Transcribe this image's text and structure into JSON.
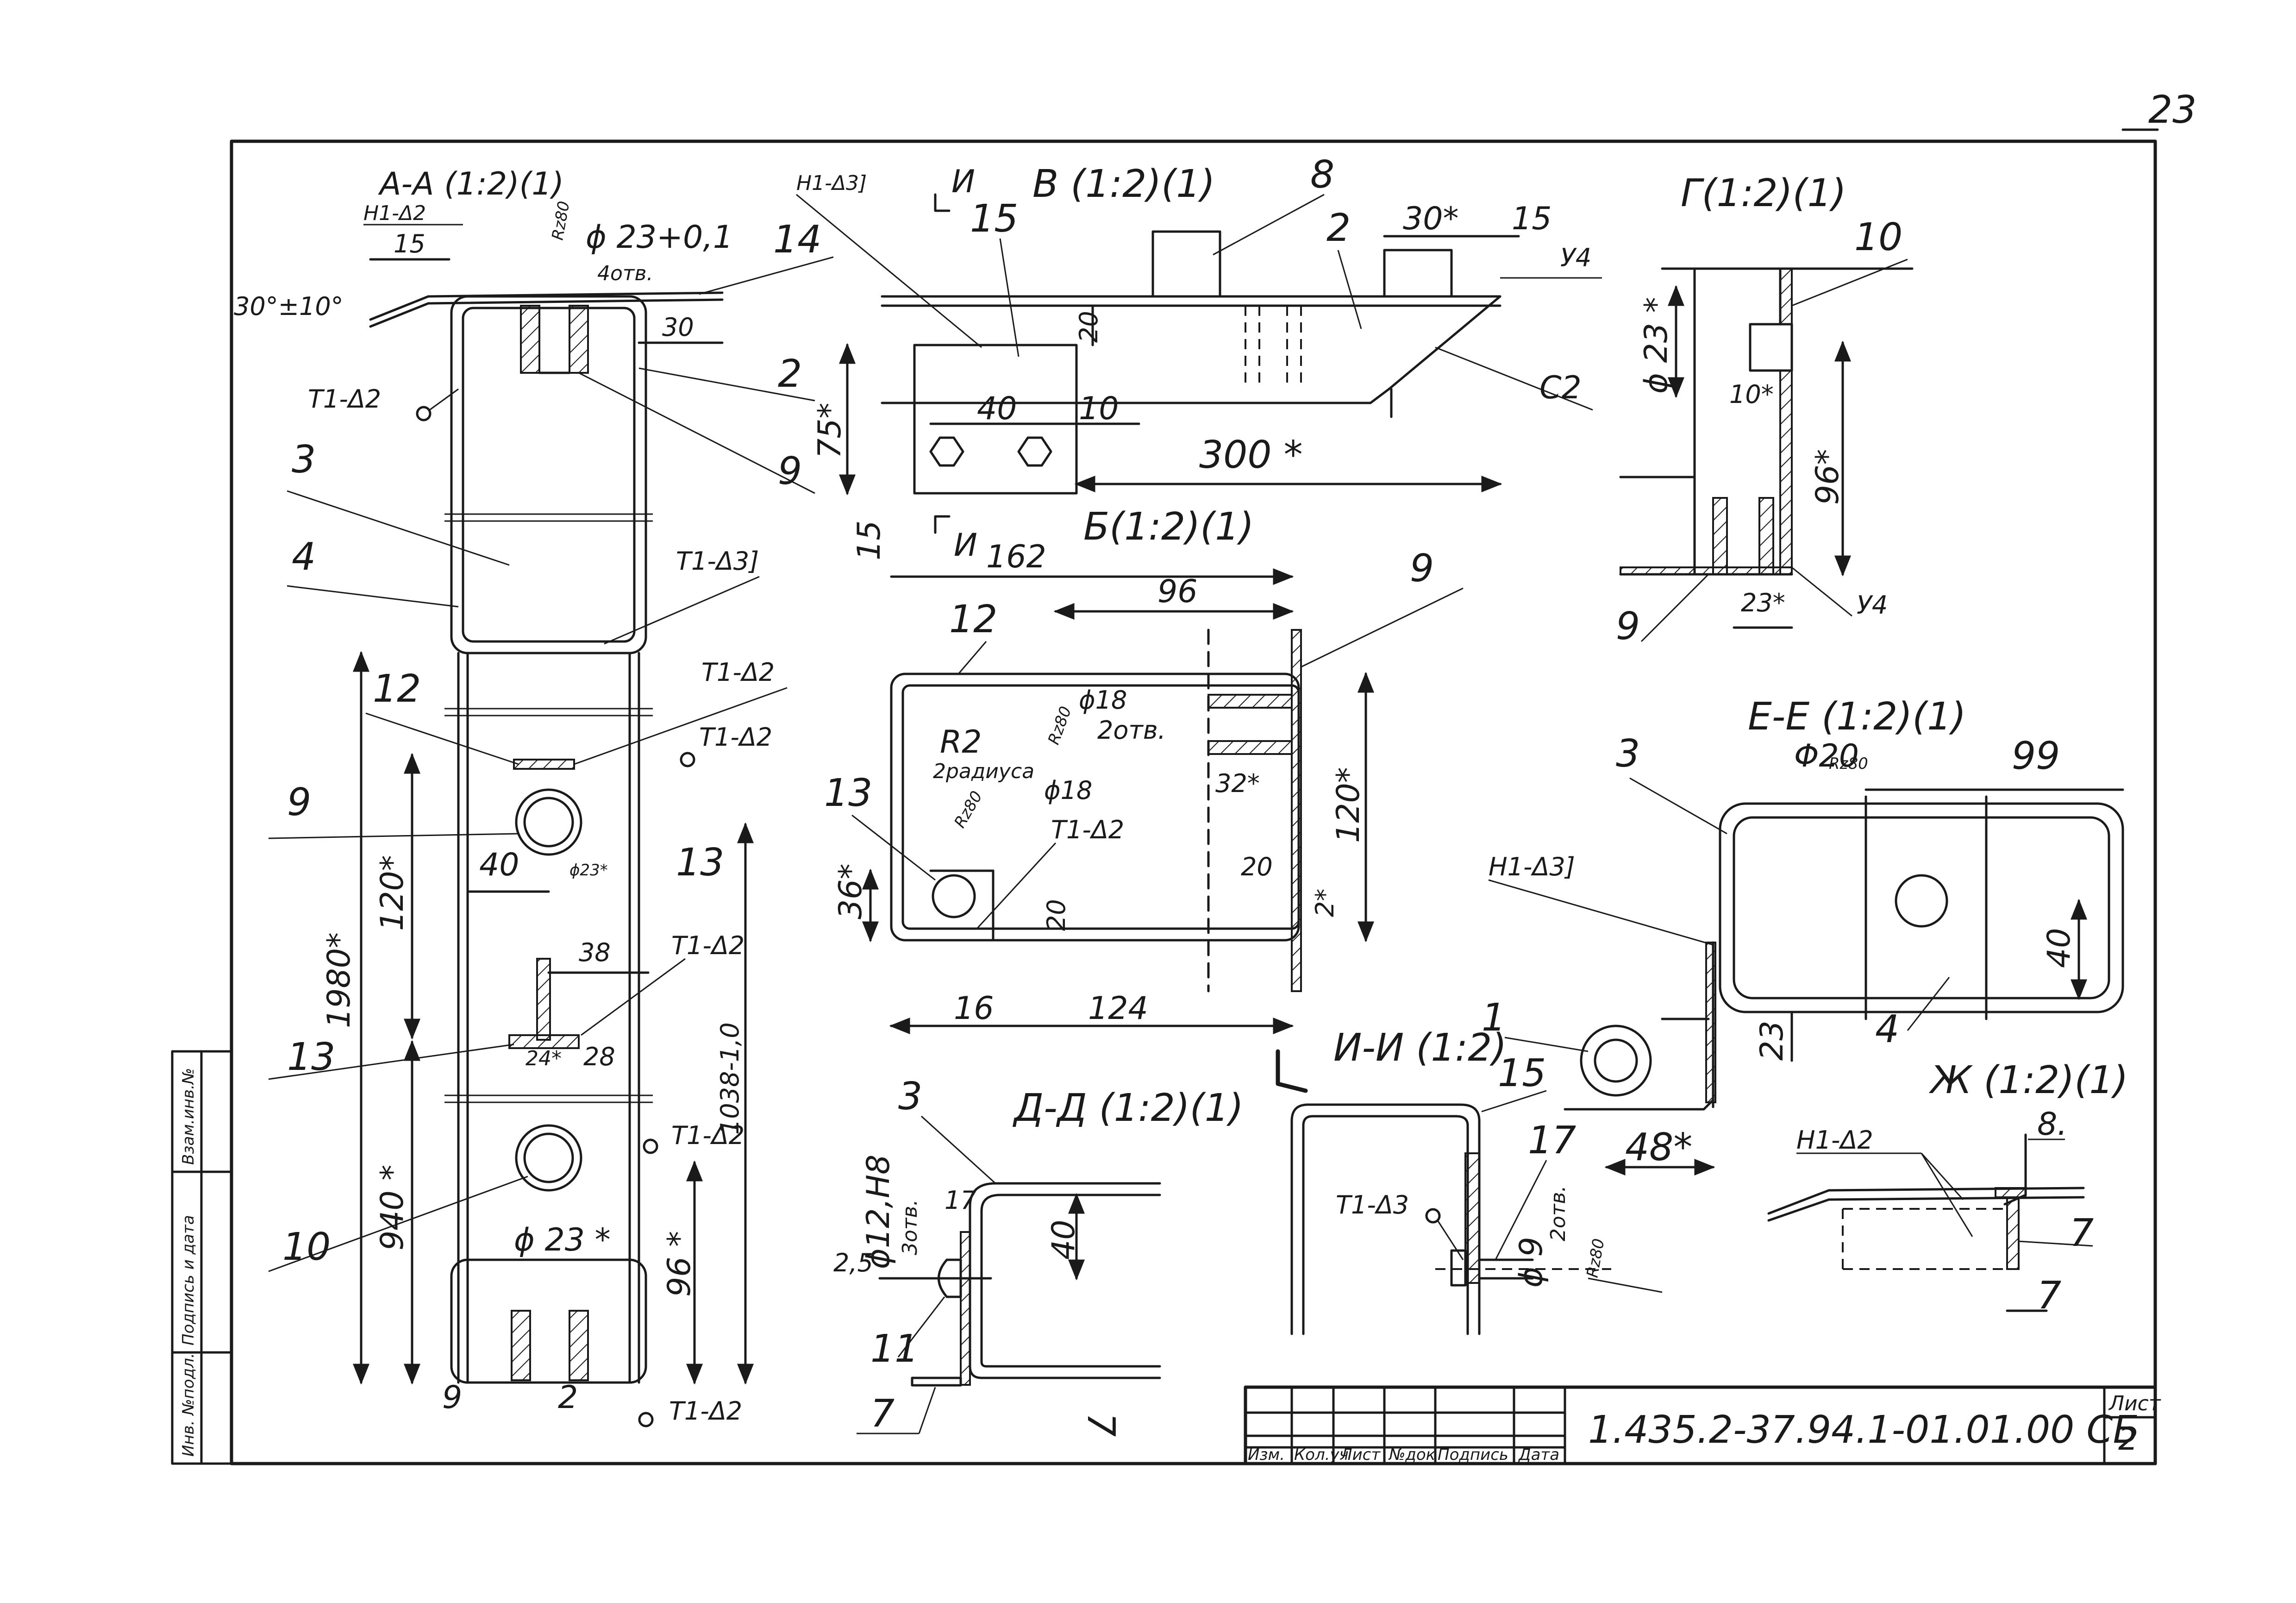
{
  "page_number": "23",
  "views": {
    "aa_title": "А-А (1:2)(1)",
    "v_title": "В (1:2)(1)",
    "g_title": "Г(1:2)(1)",
    "b_title": "Б(1:2)(1)",
    "ee_title": "Е-Е (1:2)(1)",
    "ii_title": "И-И (1:2)",
    "dd_title": "Д-Д (1:2)(1)",
    "zh_title": "Ж (1:2)(1)",
    "section_marker": "И"
  },
  "weld_marks": {
    "n1_d2": "Н1-Δ2",
    "n1_d3": "Н1-Δ3]",
    "t1_d2": "Т1-Δ2",
    "t1_d3": "Т1-Δ3]",
    "t1_d3_short": "Т1-Δ3",
    "y4": "У4",
    "c2": "С2"
  },
  "dimensions": {
    "d15": "15",
    "d30": "30",
    "d30_tol": "30°±10°",
    "phi23_tol": "ϕ 23+0,1",
    "four_holes": "4отв.",
    "rz80": "Rz80",
    "d120s": "120*",
    "d1980s": "1980*",
    "d940s": "940 *",
    "d1038": "1038-1,0",
    "d96s": "96 *",
    "phi23s": "ϕ23*",
    "phi23s_b": "ϕ 23 *",
    "d40": "40",
    "d38": "38",
    "d28": "28",
    "d24s": "24*",
    "d20": "20",
    "d10": "10",
    "d75s": "75*",
    "d300s": "300 *",
    "d30s": "30*",
    "phi23s_v": "ϕ 23 *",
    "d10s": "10*",
    "d96s_g": "96*",
    "d23s": "23*",
    "d162": "162",
    "d96": "96",
    "r2": "R2",
    "radii_2": "2радиуса",
    "phi18": "ϕ18",
    "two_holes": "2отв.",
    "d32s": "32*",
    "d20b": "20",
    "d2s": "2*",
    "d36s": "36*",
    "d16": "16",
    "d124": "124",
    "d99": "99",
    "phi20": "Φ20",
    "d23": "23",
    "d48s": "48*",
    "phi12": "ϕ12,H8",
    "three_holes": "3отв.",
    "d17": "17",
    "d2_5": "2,5",
    "phi9": "ϕ 9",
    "d7": "7"
  },
  "positions": {
    "p1": "1",
    "p2": "2",
    "p3": "3",
    "p4": "4",
    "p7": "7",
    "p8": "8",
    "p9": "9",
    "p10": "10",
    "p11": "11",
    "p12": "12",
    "p13": "13",
    "p14": "14",
    "p15": "15",
    "p17": "17",
    "p8dot": "8."
  },
  "side_strip": {
    "inv_no_orig": "Инв. №подл.",
    "sign_date": "Подпись и дата",
    "vzam_inv": "Взам.инв.№"
  },
  "title_block": {
    "headers": [
      "Изм.",
      "Кол.уч",
      "Лист",
      "№док",
      "Подпись",
      "Дата"
    ],
    "designation": "1.435.2-37.94.1-01.01.00 СБ",
    "sheet_label": "Лист",
    "sheet_number": "2"
  }
}
